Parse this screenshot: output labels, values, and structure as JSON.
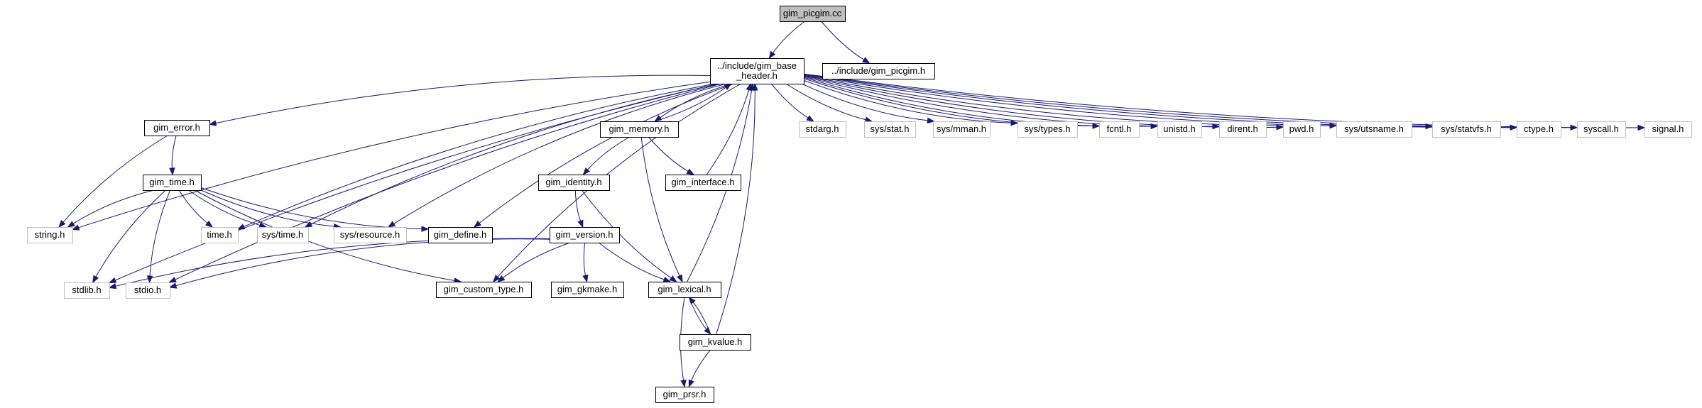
{
  "colors": {
    "edge": "#191970",
    "root_fill": "#bfbfbf",
    "node_border": "#000000",
    "system_border": "#bfbfbf",
    "text": "#000000"
  },
  "nodes": [
    {
      "id": "root",
      "lines": [
        "gim_picgim.cc"
      ],
      "kind": "root"
    },
    {
      "id": "base",
      "lines": [
        "../include/gim_base",
        "_header.h"
      ],
      "kind": "project"
    },
    {
      "id": "picgim_h",
      "lines": [
        "../include/gim_picgim.h"
      ],
      "kind": "project"
    },
    {
      "id": "error",
      "lines": [
        "gim_error.h"
      ],
      "kind": "project"
    },
    {
      "id": "memory",
      "lines": [
        "gim_memory.h"
      ],
      "kind": "project"
    },
    {
      "id": "stdarg",
      "lines": [
        "stdarg.h"
      ],
      "kind": "system"
    },
    {
      "id": "sysstat",
      "lines": [
        "sys/stat.h"
      ],
      "kind": "system"
    },
    {
      "id": "sysmman",
      "lines": [
        "sys/mman.h"
      ],
      "kind": "system"
    },
    {
      "id": "systypes",
      "lines": [
        "sys/types.h"
      ],
      "kind": "system"
    },
    {
      "id": "fcntl",
      "lines": [
        "fcntl.h"
      ],
      "kind": "system"
    },
    {
      "id": "unistd",
      "lines": [
        "unistd.h"
      ],
      "kind": "system"
    },
    {
      "id": "dirent",
      "lines": [
        "dirent.h"
      ],
      "kind": "system"
    },
    {
      "id": "pwd",
      "lines": [
        "pwd.h"
      ],
      "kind": "system"
    },
    {
      "id": "sysutsname",
      "lines": [
        "sys/utsname.h"
      ],
      "kind": "system"
    },
    {
      "id": "sysstatvfs",
      "lines": [
        "sys/statvfs.h"
      ],
      "kind": "system"
    },
    {
      "id": "ctype",
      "lines": [
        "ctype.h"
      ],
      "kind": "system"
    },
    {
      "id": "syscall",
      "lines": [
        "syscall.h"
      ],
      "kind": "system"
    },
    {
      "id": "signal",
      "lines": [
        "signal.h"
      ],
      "kind": "system"
    },
    {
      "id": "time_g",
      "lines": [
        "gim_time.h"
      ],
      "kind": "project"
    },
    {
      "id": "identity",
      "lines": [
        "gim_identity.h"
      ],
      "kind": "project"
    },
    {
      "id": "interface",
      "lines": [
        "gim_interface.h"
      ],
      "kind": "project"
    },
    {
      "id": "string",
      "lines": [
        "string.h"
      ],
      "kind": "system"
    },
    {
      "id": "time",
      "lines": [
        "time.h"
      ],
      "kind": "system"
    },
    {
      "id": "systime",
      "lines": [
        "sys/time.h"
      ],
      "kind": "system"
    },
    {
      "id": "sysresource",
      "lines": [
        "sys/resource.h"
      ],
      "kind": "system"
    },
    {
      "id": "define",
      "lines": [
        "gim_define.h"
      ],
      "kind": "project"
    },
    {
      "id": "version",
      "lines": [
        "gim_version.h"
      ],
      "kind": "project"
    },
    {
      "id": "stdlib",
      "lines": [
        "stdlib.h"
      ],
      "kind": "system"
    },
    {
      "id": "stdio",
      "lines": [
        "stdio.h"
      ],
      "kind": "system"
    },
    {
      "id": "custom",
      "lines": [
        "gim_custom_type.h"
      ],
      "kind": "project"
    },
    {
      "id": "gkmake",
      "lines": [
        "gim_gkmake.h"
      ],
      "kind": "project"
    },
    {
      "id": "lexical",
      "lines": [
        "gim_lexical.h"
      ],
      "kind": "project"
    },
    {
      "id": "kvalue",
      "lines": [
        "gim_kvalue.h"
      ],
      "kind": "project"
    },
    {
      "id": "prsr",
      "lines": [
        "gim_prsr.h"
      ],
      "kind": "project"
    }
  ],
  "edges": [
    [
      "root",
      "base"
    ],
    [
      "root",
      "picgim_h"
    ],
    [
      "base",
      "error"
    ],
    [
      "base",
      "memory"
    ],
    [
      "base",
      "stdarg"
    ],
    [
      "base",
      "sysstat"
    ],
    [
      "base",
      "sysmman"
    ],
    [
      "base",
      "systypes"
    ],
    [
      "base",
      "fcntl"
    ],
    [
      "base",
      "unistd"
    ],
    [
      "base",
      "dirent"
    ],
    [
      "base",
      "pwd"
    ],
    [
      "base",
      "sysutsname"
    ],
    [
      "base",
      "sysstatvfs"
    ],
    [
      "base",
      "ctype"
    ],
    [
      "base",
      "syscall"
    ],
    [
      "base",
      "signal"
    ],
    [
      "base",
      "string"
    ],
    [
      "base",
      "time"
    ],
    [
      "base",
      "systime"
    ],
    [
      "base",
      "sysresource"
    ],
    [
      "base",
      "define"
    ],
    [
      "base",
      "stdlib"
    ],
    [
      "base",
      "stdio"
    ],
    [
      "base",
      "custom"
    ],
    [
      "error",
      "string"
    ],
    [
      "error",
      "time_g"
    ],
    [
      "time_g",
      "string"
    ],
    [
      "time_g",
      "time"
    ],
    [
      "time_g",
      "systime"
    ],
    [
      "time_g",
      "sysresource"
    ],
    [
      "time_g",
      "define"
    ],
    [
      "time_g",
      "stdlib"
    ],
    [
      "time_g",
      "stdio"
    ],
    [
      "time_g",
      "custom"
    ],
    [
      "memory",
      "base"
    ],
    [
      "memory",
      "identity"
    ],
    [
      "memory",
      "interface"
    ],
    [
      "memory",
      "lexical"
    ],
    [
      "interface",
      "base"
    ],
    [
      "identity",
      "version"
    ],
    [
      "identity",
      "lexical"
    ],
    [
      "version",
      "stdlib"
    ],
    [
      "version",
      "stdio"
    ],
    [
      "version",
      "custom"
    ],
    [
      "version",
      "gkmake"
    ],
    [
      "version",
      "lexical"
    ],
    [
      "lexical",
      "base"
    ],
    [
      "lexical",
      "kvalue"
    ],
    [
      "lexical",
      "prsr"
    ],
    [
      "kvalue",
      "base"
    ],
    [
      "kvalue",
      "lexical"
    ],
    [
      "kvalue",
      "prsr"
    ]
  ]
}
